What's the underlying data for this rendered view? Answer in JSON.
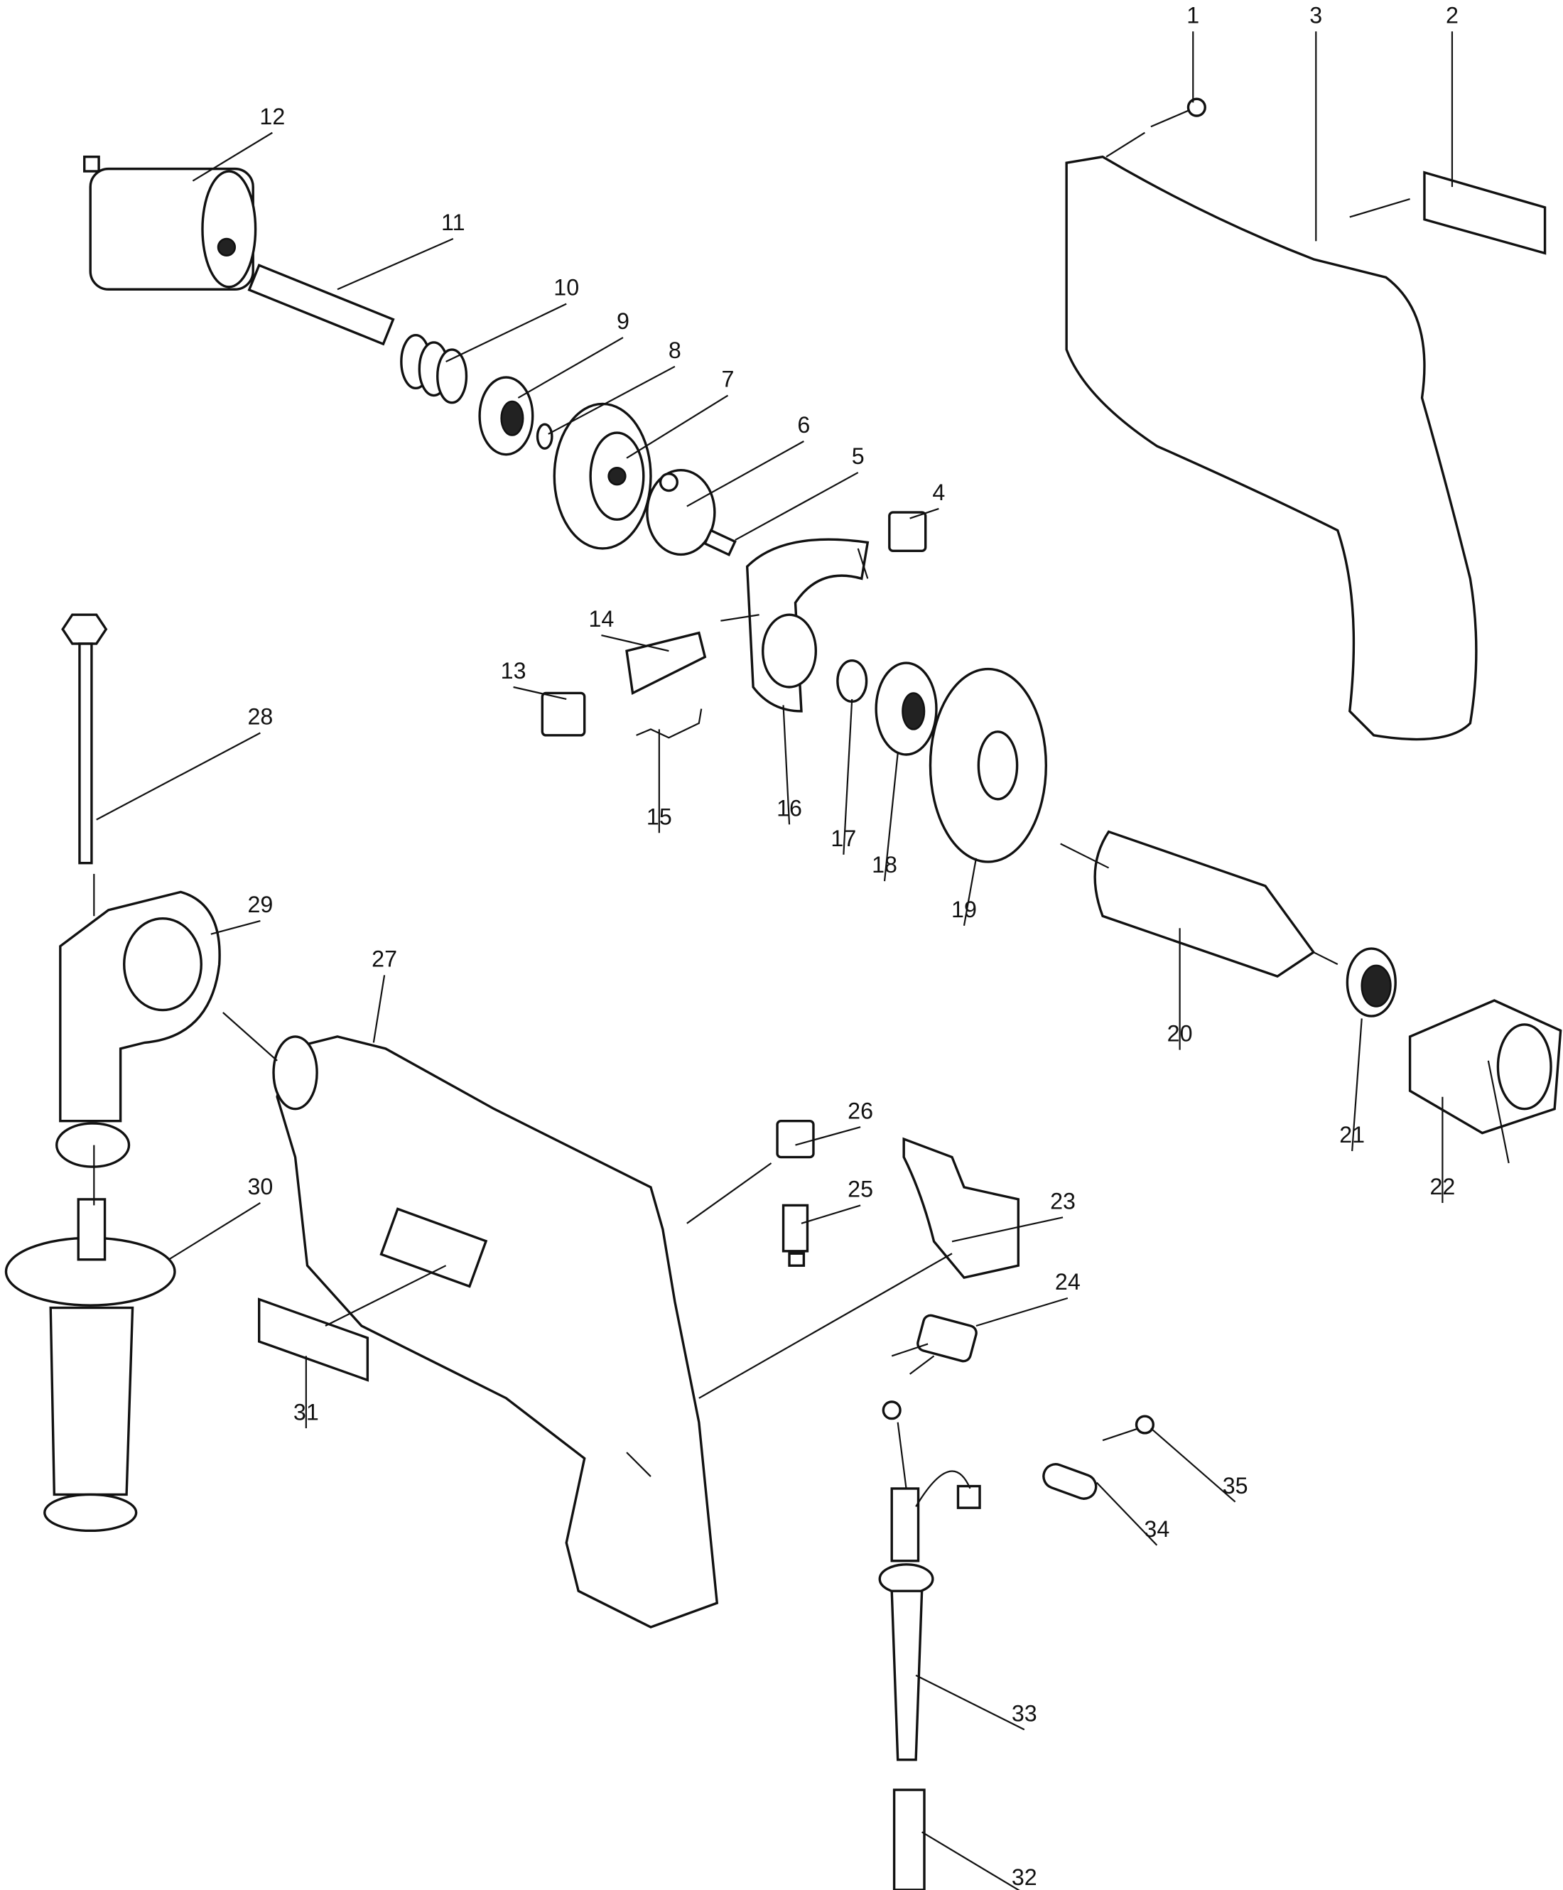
{
  "diagram": {
    "type": "exploded-parts-view",
    "callouts": [
      "1",
      "2",
      "3",
      "4",
      "5",
      "6",
      "7",
      "8",
      "9",
      "10",
      "11",
      "12",
      "13",
      "14",
      "15",
      "16",
      "17",
      "18",
      "19",
      "20",
      "21",
      "22",
      "23",
      "24",
      "25",
      "26",
      "27",
      "28",
      "29",
      "30",
      "31",
      "32",
      "33",
      "34",
      "35"
    ]
  }
}
